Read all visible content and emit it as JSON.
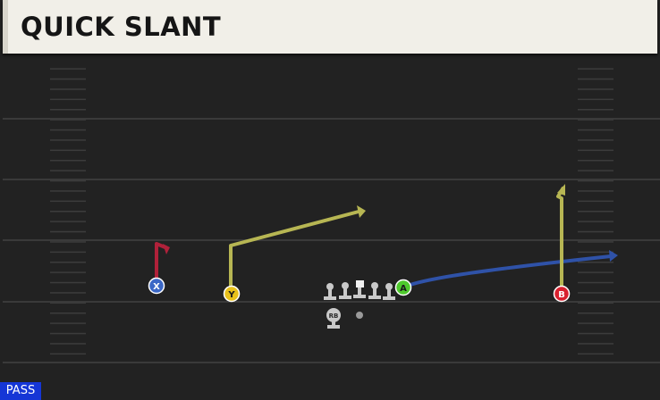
{
  "play": {
    "title": "QUICK SLANT",
    "type_badge": "PASS"
  },
  "players": {
    "x": {
      "letter": "X",
      "color": "#3b67c6"
    },
    "y": {
      "letter": "Y",
      "color": "#e8c11c"
    },
    "a": {
      "letter": "A",
      "color": "#4ec92d"
    },
    "b": {
      "letter": "B",
      "color": "#d8212f"
    },
    "rb": {
      "label": "RB"
    }
  },
  "routes": {
    "x_color": "#b0213a",
    "y_color": "#b7b653",
    "a_color": "#2f52a8",
    "b_color": "#b7b653"
  }
}
